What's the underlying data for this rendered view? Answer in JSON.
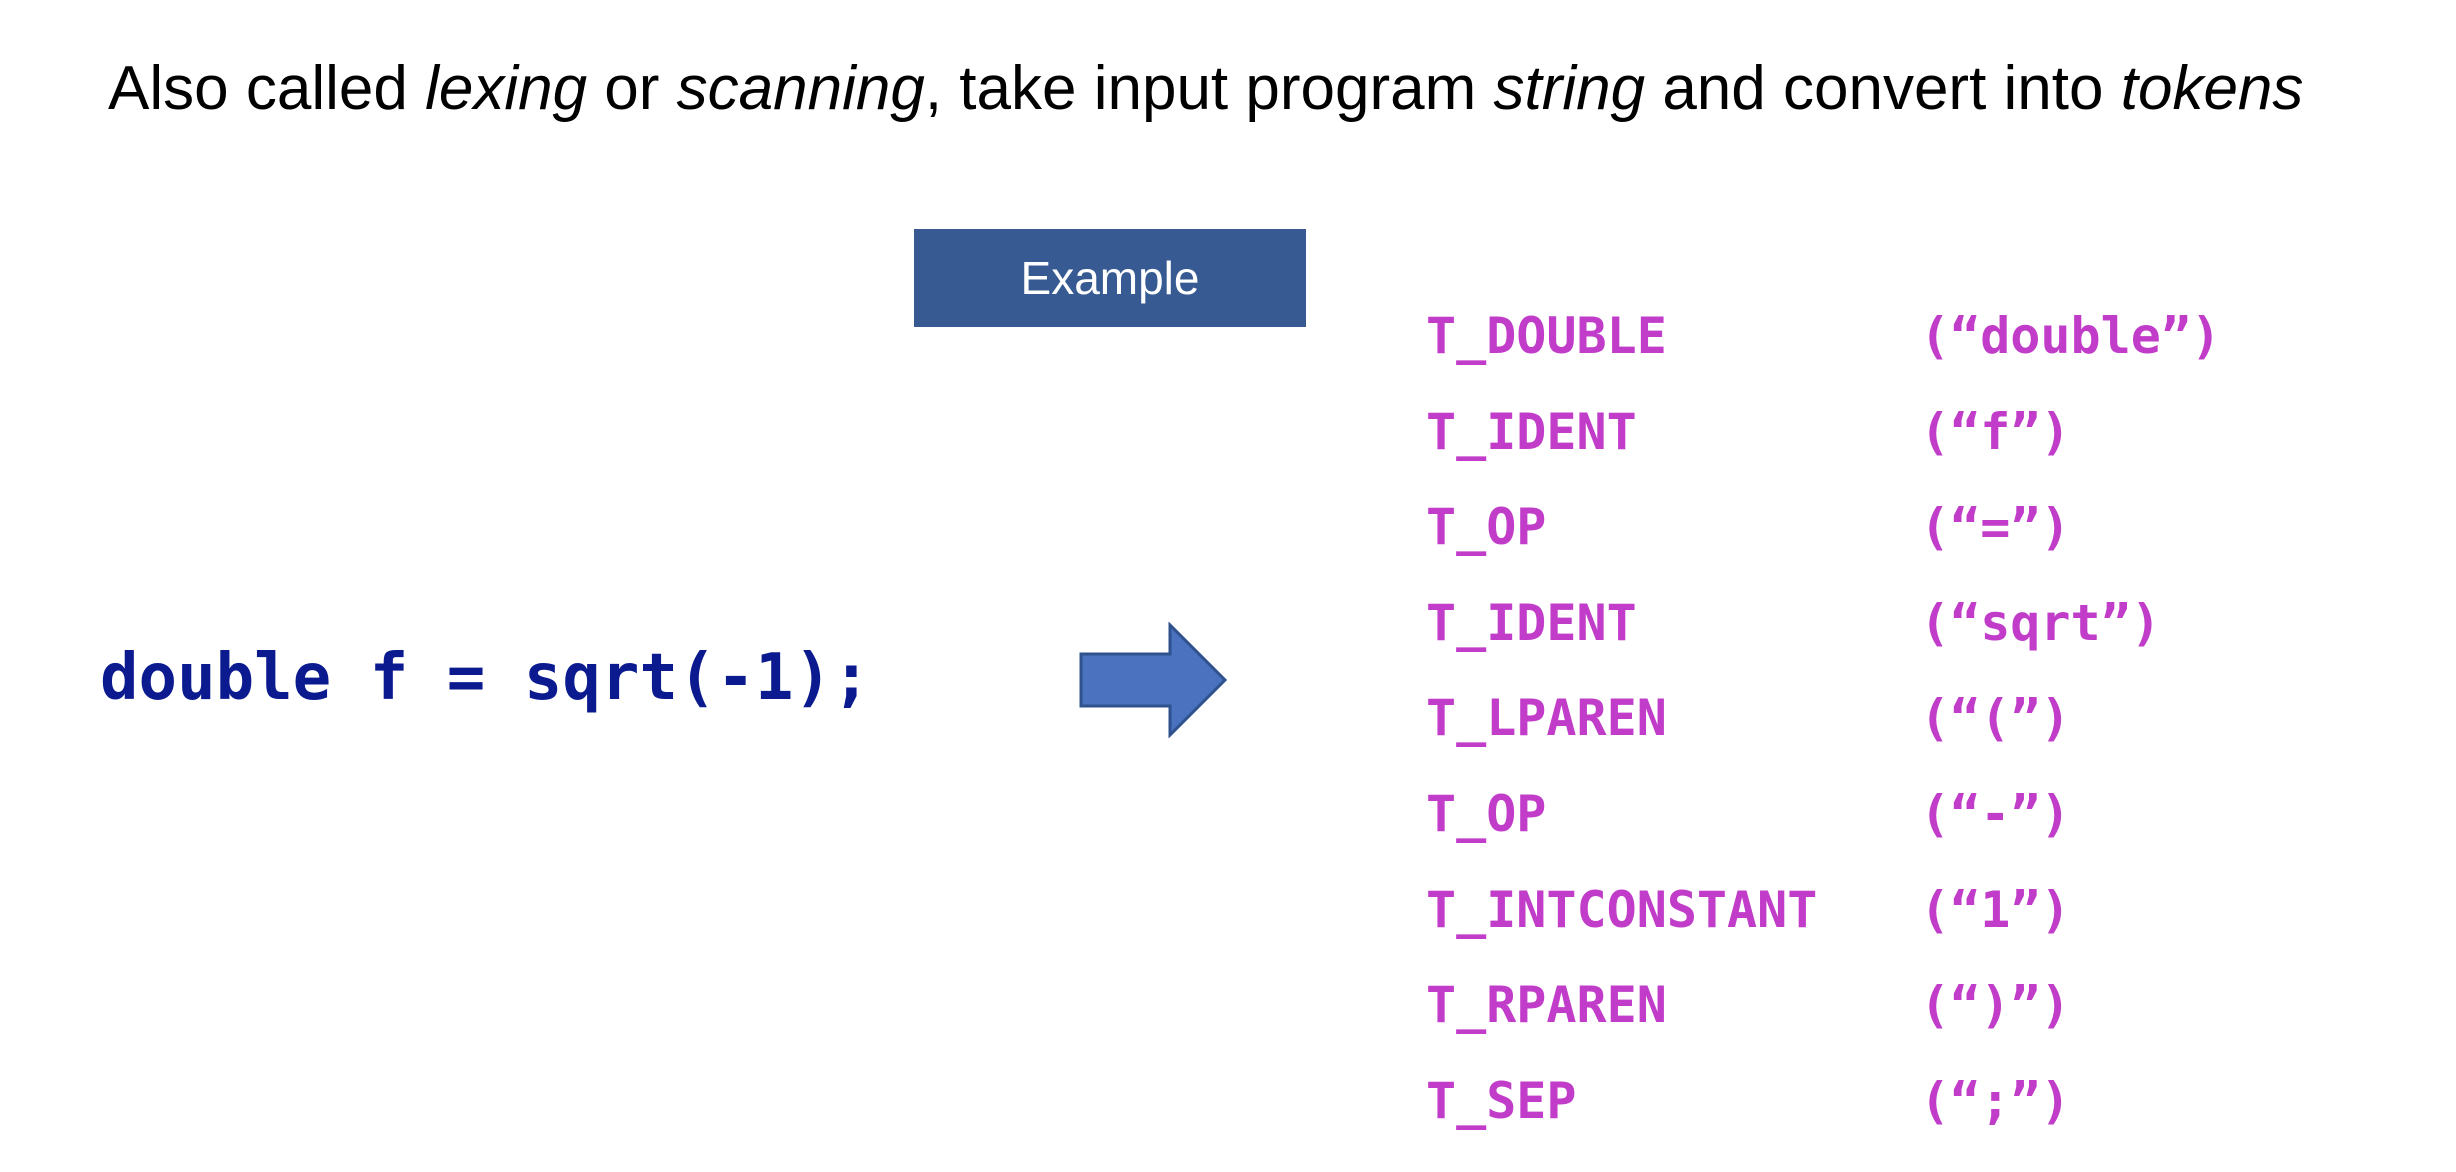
{
  "subtitle": {
    "parts": [
      {
        "text": "Also called ",
        "italic": false
      },
      {
        "text": "lexing",
        "italic": true
      },
      {
        "text": " or ",
        "italic": false
      },
      {
        "text": "scanning",
        "italic": true
      },
      {
        "text": ", take input program ",
        "italic": false
      },
      {
        "text": "string",
        "italic": true
      },
      {
        "text": " and convert into ",
        "italic": false
      },
      {
        "text": "tokens",
        "italic": true
      }
    ]
  },
  "example_label": "Example",
  "code": "double f = sqrt(-1);",
  "arrow_icon": "right-arrow-icon",
  "colors": {
    "example_box": "#365a91",
    "code": "#0b1b8f",
    "tokens": "#c03cc9",
    "arrow_fill": "#4a72be",
    "arrow_stroke": "#2f528f"
  },
  "tokens": [
    {
      "type": "T_DOUBLE",
      "value": "(“double”)"
    },
    {
      "type": "T_IDENT",
      "value": "(“f”)"
    },
    {
      "type": "T_OP",
      "value": "(“=”)"
    },
    {
      "type": "T_IDENT",
      "value": "(“sqrt”)"
    },
    {
      "type": "T_LPAREN",
      "value": "(“(”)"
    },
    {
      "type": "T_OP",
      "value": "(“-”)"
    },
    {
      "type": "T_INTCONSTANT",
      "value": "(“1”)"
    },
    {
      "type": "T_RPAREN",
      "value": "(“)”)"
    },
    {
      "type": "T_SEP",
      "value": "(“;”)"
    }
  ]
}
